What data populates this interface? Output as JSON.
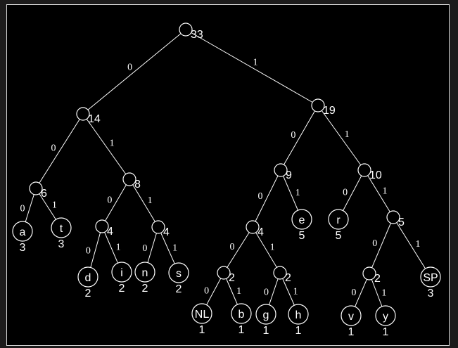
{
  "tree": {
    "nodes": [
      {
        "id": "root",
        "weight": "33"
      },
      {
        "id": "n14",
        "weight": "14"
      },
      {
        "id": "n19",
        "weight": "19"
      },
      {
        "id": "n6",
        "weight": "6"
      },
      {
        "id": "n8",
        "weight": "8"
      },
      {
        "id": "n9",
        "weight": "9"
      },
      {
        "id": "n10",
        "weight": "10"
      },
      {
        "id": "a",
        "symbol": "a",
        "weight": "3"
      },
      {
        "id": "t",
        "symbol": "t",
        "weight": "3"
      },
      {
        "id": "n4a",
        "weight": "4"
      },
      {
        "id": "n4b",
        "weight": "4"
      },
      {
        "id": "n4c",
        "weight": "4"
      },
      {
        "id": "e",
        "symbol": "e",
        "weight": "5"
      },
      {
        "id": "r",
        "symbol": "r",
        "weight": "5"
      },
      {
        "id": "n5",
        "weight": "5"
      },
      {
        "id": "d",
        "symbol": "d",
        "weight": "2"
      },
      {
        "id": "i",
        "symbol": "i",
        "weight": "2"
      },
      {
        "id": "n",
        "symbol": "n",
        "weight": "2"
      },
      {
        "id": "s",
        "symbol": "s",
        "weight": "2"
      },
      {
        "id": "n2a",
        "weight": "2"
      },
      {
        "id": "n2b",
        "weight": "2"
      },
      {
        "id": "n2c",
        "weight": "2"
      },
      {
        "id": "SP",
        "symbol": "SP",
        "weight": "3"
      },
      {
        "id": "NL",
        "symbol": "NL",
        "weight": "1"
      },
      {
        "id": "b",
        "symbol": "b",
        "weight": "1"
      },
      {
        "id": "g",
        "symbol": "g",
        "weight": "1"
      },
      {
        "id": "h",
        "symbol": "h",
        "weight": "1"
      },
      {
        "id": "v",
        "symbol": "v",
        "weight": "1"
      },
      {
        "id": "y",
        "symbol": "y",
        "weight": "1"
      }
    ],
    "edges": [
      {
        "from": "root",
        "to": "n14",
        "bit": "0"
      },
      {
        "from": "root",
        "to": "n19",
        "bit": "1"
      },
      {
        "from": "n14",
        "to": "n6",
        "bit": "0"
      },
      {
        "from": "n14",
        "to": "n8",
        "bit": "1"
      },
      {
        "from": "n19",
        "to": "n9",
        "bit": "0"
      },
      {
        "from": "n19",
        "to": "n10",
        "bit": "1"
      },
      {
        "from": "n6",
        "to": "a",
        "bit": "0"
      },
      {
        "from": "n6",
        "to": "t",
        "bit": "1"
      },
      {
        "from": "n8",
        "to": "n4a",
        "bit": "0"
      },
      {
        "from": "n8",
        "to": "n4b",
        "bit": "1"
      },
      {
        "from": "n9",
        "to": "n4c",
        "bit": "0"
      },
      {
        "from": "n9",
        "to": "e",
        "bit": "1"
      },
      {
        "from": "n10",
        "to": "r",
        "bit": "0"
      },
      {
        "from": "n10",
        "to": "n5",
        "bit": "1"
      },
      {
        "from": "n4a",
        "to": "d",
        "bit": "0"
      },
      {
        "from": "n4a",
        "to": "i",
        "bit": "1"
      },
      {
        "from": "n4b",
        "to": "n",
        "bit": "0"
      },
      {
        "from": "n4b",
        "to": "s",
        "bit": "1"
      },
      {
        "from": "n4c",
        "to": "n2a",
        "bit": "0"
      },
      {
        "from": "n4c",
        "to": "n2b",
        "bit": "1"
      },
      {
        "from": "n5",
        "to": "n2c",
        "bit": "0"
      },
      {
        "from": "n5",
        "to": "SP",
        "bit": "1"
      },
      {
        "from": "n2a",
        "to": "NL",
        "bit": "0"
      },
      {
        "from": "n2a",
        "to": "b",
        "bit": "1"
      },
      {
        "from": "n2b",
        "to": "g",
        "bit": "0"
      },
      {
        "from": "n2b",
        "to": "h",
        "bit": "1"
      },
      {
        "from": "n2c",
        "to": "v",
        "bit": "0"
      },
      {
        "from": "n2c",
        "to": "y",
        "bit": "1"
      }
    ]
  }
}
